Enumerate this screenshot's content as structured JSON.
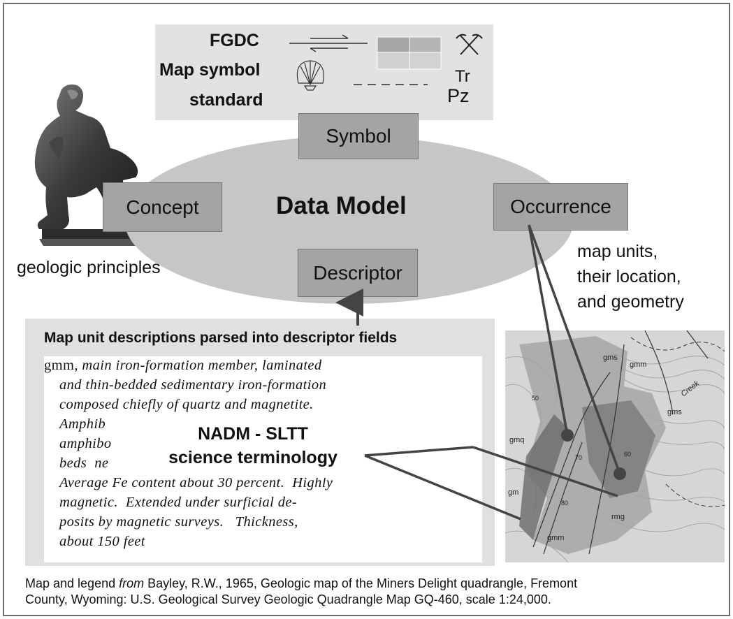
{
  "fgdc": {
    "title": "FGDC",
    "line2": "Map symbol",
    "line3": "standard",
    "tr_symbol": "Tr",
    "pz_symbol": "Pz"
  },
  "model": {
    "center": "Data Model",
    "symbol": "Symbol",
    "concept": "Concept",
    "occurrence": "Occurrence",
    "descriptor": "Descriptor"
  },
  "concept_caption": "geologic principles",
  "occurrence_caption": [
    "map units,",
    "their location,",
    "and geometry"
  ],
  "descriptor_panel": {
    "heading": "Map unit descriptions parsed into descriptor fields",
    "unit_code": "gmm,",
    "lines": [
      "main iron-formation member, laminated",
      "and thin-bedded sedimentary iron-formation",
      "composed chiefly of quartz and magnetite.",
      "Amphib                                        most beds;",
      "amphibo                                      bundant in",
      "beds  ne                                       f  member.",
      "Average Fe content about 30 percent.  Highly",
      "magnetic.  Extended under surficial de-",
      "posits by magnetic surveys.   Thickness,",
      "about 150 feet"
    ],
    "overlay_line1": "NADM - SLTT",
    "overlay_line2": "science terminology"
  },
  "map_labels": [
    "gms",
    "gmm",
    "gmq",
    "gm",
    "rmg",
    "gmm",
    "gms",
    "Creek",
    "50",
    "70",
    "60",
    "80"
  ],
  "citation": {
    "line1_pre": "Map and legend ",
    "line1_em": "from",
    "line1_post": " Bayley, R.W., 1965, Geologic map of the Miners Delight quadrangle, Fremont",
    "line2": "County, Wyoming:  U.S. Geological Survey Geologic Quadrangle Map GQ-460, scale 1:24,000."
  }
}
